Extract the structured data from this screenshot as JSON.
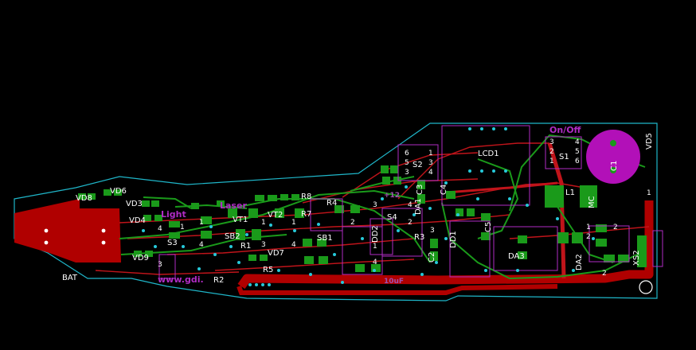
{
  "colors": {
    "background": "#000000",
    "outline": "#1fb6c9",
    "copper_bottom": "#b00000",
    "copper_top": "#1a9a1a",
    "trace_red": "#c0141a",
    "silk": "#ffffff",
    "silk_purple": "#b02cc4",
    "via": "#26c9d9",
    "cap_pad": "#b210b8"
  },
  "refs": {
    "vd8": "VD8",
    "vd6": "VD6",
    "vd3": "VD3",
    "vd4": "VD4",
    "vd9": "VD9",
    "vd7": "VD7",
    "vd5": "VD5",
    "bat": "BAT",
    "s3": "S3",
    "vt1": "VT1",
    "vt2": "VT2",
    "sb1": "SB1",
    "sb2": "SB2",
    "r1": "R1",
    "r2": "R2",
    "r3": "R3",
    "r4": "R4",
    "r5": "R5",
    "r7": "R7",
    "r8": "R8",
    "s2": "S2",
    "s4": "S4",
    "s1": "S1",
    "lcd1": "LCD1",
    "c1": "C1",
    "c2": "C2",
    "c3": "C3",
    "c4": "C4",
    "c5": "C5",
    "l1": "L1",
    "mc": "MC",
    "da1": "DA1",
    "da2": "DA2",
    "da3": "DA3",
    "dd1": "DD1",
    "dd2": "DD2",
    "xs2": "XS2"
  },
  "silk_text": {
    "on_off": "On/Off",
    "light": "Light",
    "laser": "Laser",
    "www": "www.gdi.",
    "cap_value": "10uF",
    "plus12": "+12"
  },
  "pins": [
    "1",
    "2",
    "3",
    "4",
    "5",
    "6"
  ]
}
